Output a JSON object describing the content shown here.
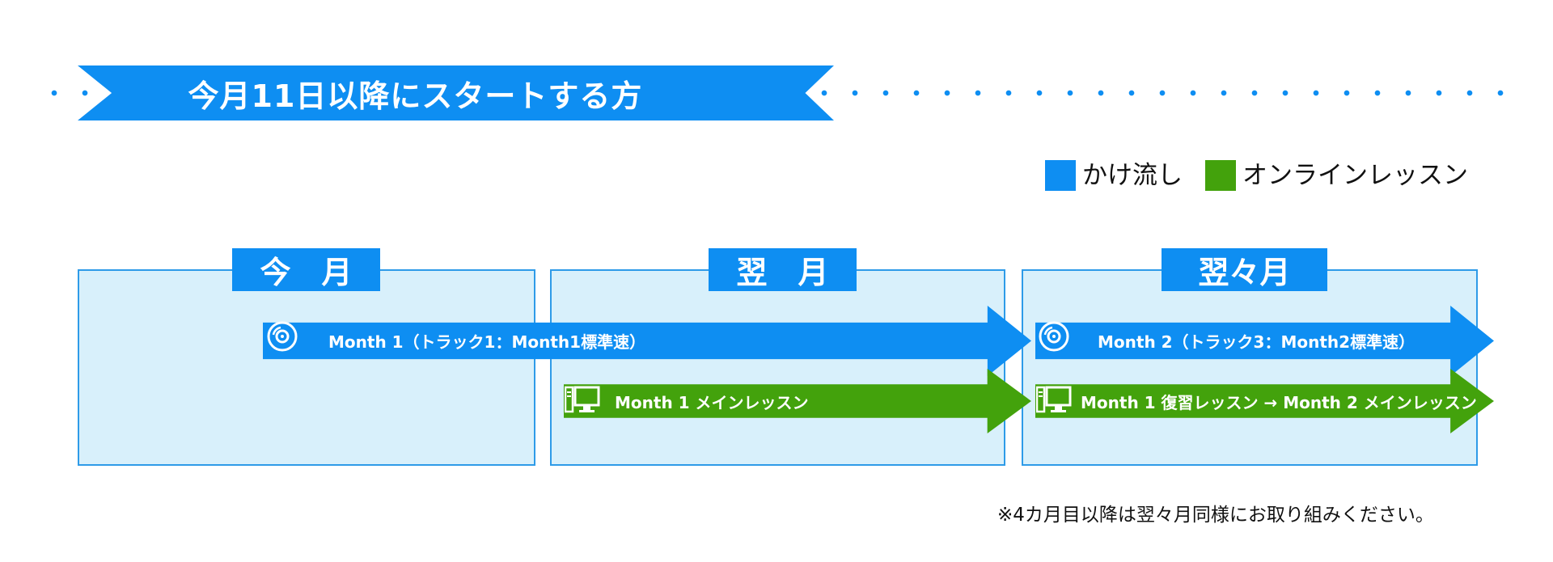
{
  "header": {
    "title": "今月11日以降にスタートする方"
  },
  "legend": {
    "items": [
      {
        "label": "かけ流し",
        "color": "#0E8EF2"
      },
      {
        "label": "オンラインレッスン",
        "color": "#43A20C"
      }
    ]
  },
  "months": [
    {
      "label": "今　月"
    },
    {
      "label": "翌　月"
    },
    {
      "label": "翌々月"
    }
  ],
  "tracks": [
    {
      "label": "Month 1（トラック1：Month1標準速）",
      "type": "かけ流し",
      "icon": "cd-icon"
    },
    {
      "label": "Month 1 メインレッスン",
      "type": "オンラインレッスン",
      "icon": "computer-icon"
    },
    {
      "label": "Month 2（トラック3：Month2標準速）",
      "type": "かけ流し",
      "icon": "cd-icon"
    },
    {
      "label": "Month 1 復習レッスン → Month 2 メインレッスン",
      "type": "オンラインレッスン",
      "icon": "computer-icon"
    }
  ],
  "footnote": "※4カ月目以降は翌々月同様にお取り組みください。",
  "colors": {
    "accent_blue": "#0E8EF2",
    "accent_green": "#43A20C",
    "panel_fill": "#D8F0FB",
    "panel_border": "#2E9BE8"
  }
}
